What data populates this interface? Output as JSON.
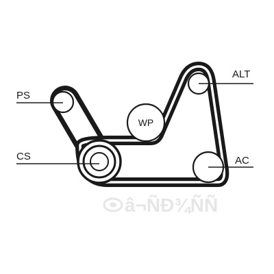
{
  "diagram": {
    "pulleys": {
      "ps": "PS",
      "cs": "CS",
      "wp": "WP",
      "alt": "ALT",
      "ac": "AC"
    },
    "watermark": "â¬ÑÐ¾ÑÑ"
  },
  "colors": {
    "belt": "#1a1a1a",
    "pulley_fill": "#ffffff",
    "watermark": "#e6e6e6"
  }
}
